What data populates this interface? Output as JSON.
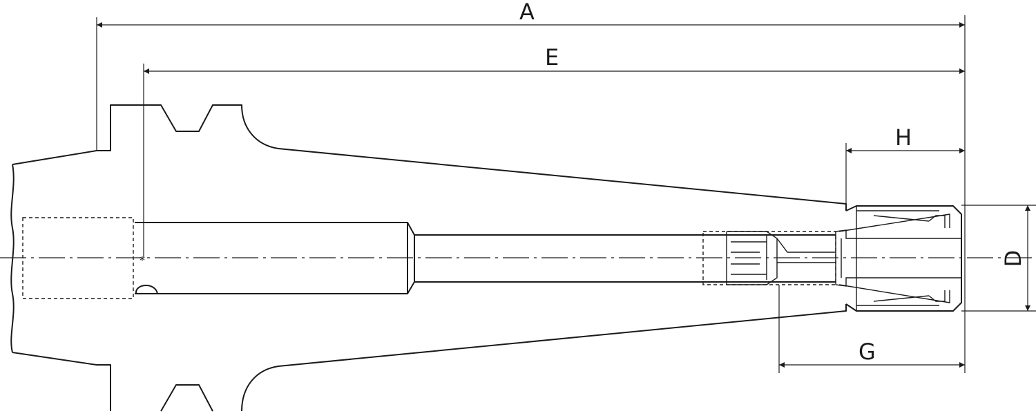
{
  "diagram": {
    "dimension_labels": {
      "a": "A",
      "e": "E",
      "h": "H",
      "d": "D",
      "g": "G"
    },
    "line_color": "#1a1a1a",
    "background_color": "#ffffff"
  }
}
